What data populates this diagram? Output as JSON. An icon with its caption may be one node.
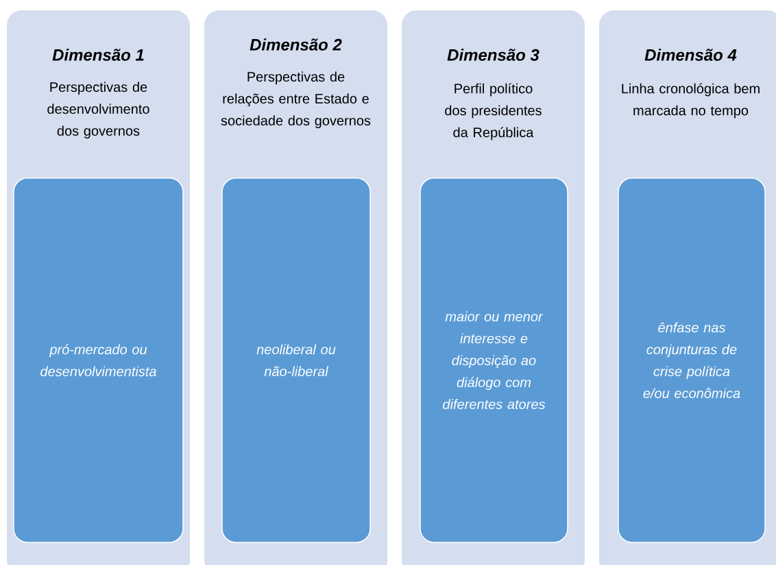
{
  "diagram": {
    "nodes": [
      {
        "text": [
          "Dimensão 1",
          "Perspectivas de desenvolvimento dos governos"
        ]
      },
      {
        "text": [
          "pró-mercado ou desenvolvimentista"
        ],
        "in": 0
      },
      {
        "text": [
          "Dimensão 2",
          "Perspectivas de relações entre Estado e sociedade dos governos"
        ]
      },
      {
        "text": [
          "neoliberal ou não-liberal"
        ],
        "in": 2
      },
      {
        "text": [
          "Dimensão 3",
          "Perfil político dos presidentes da República"
        ]
      },
      {
        "text": [
          "maior ou menor interesse e disposição ao diálogo com diferentes atores"
        ],
        "in": 4
      },
      {
        "text": [
          "Dimensão 4",
          "Linha cronológica bem marcada no tempo"
        ]
      },
      {
        "text": [
          "ênfase nas conjunturas de crise política e/ou econômica"
        ],
        "in": 6
      }
    ]
  }
}
